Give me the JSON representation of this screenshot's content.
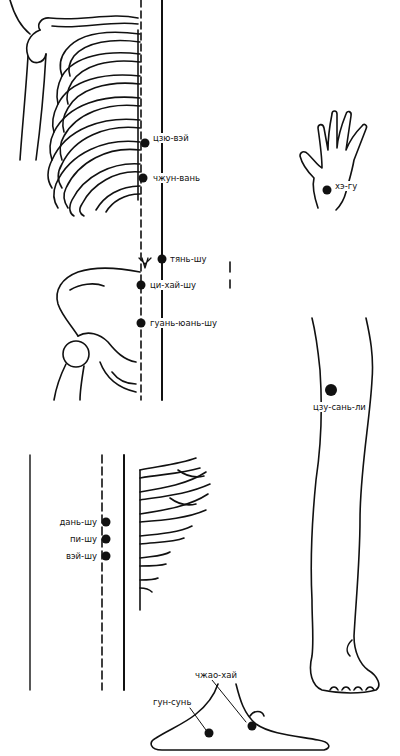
{
  "diagram": {
    "labels": [
      "цзю-вэй",
      "чжун-вань",
      "тянь-шу",
      "ци-хай-шу",
      "гуань-юань-шу",
      "хэ-гу",
      "цзу-сань-ли",
      "дань-шу",
      "пи-шу",
      "вэй-шу",
      "чжао-хай",
      "гун-сунь"
    ]
  }
}
